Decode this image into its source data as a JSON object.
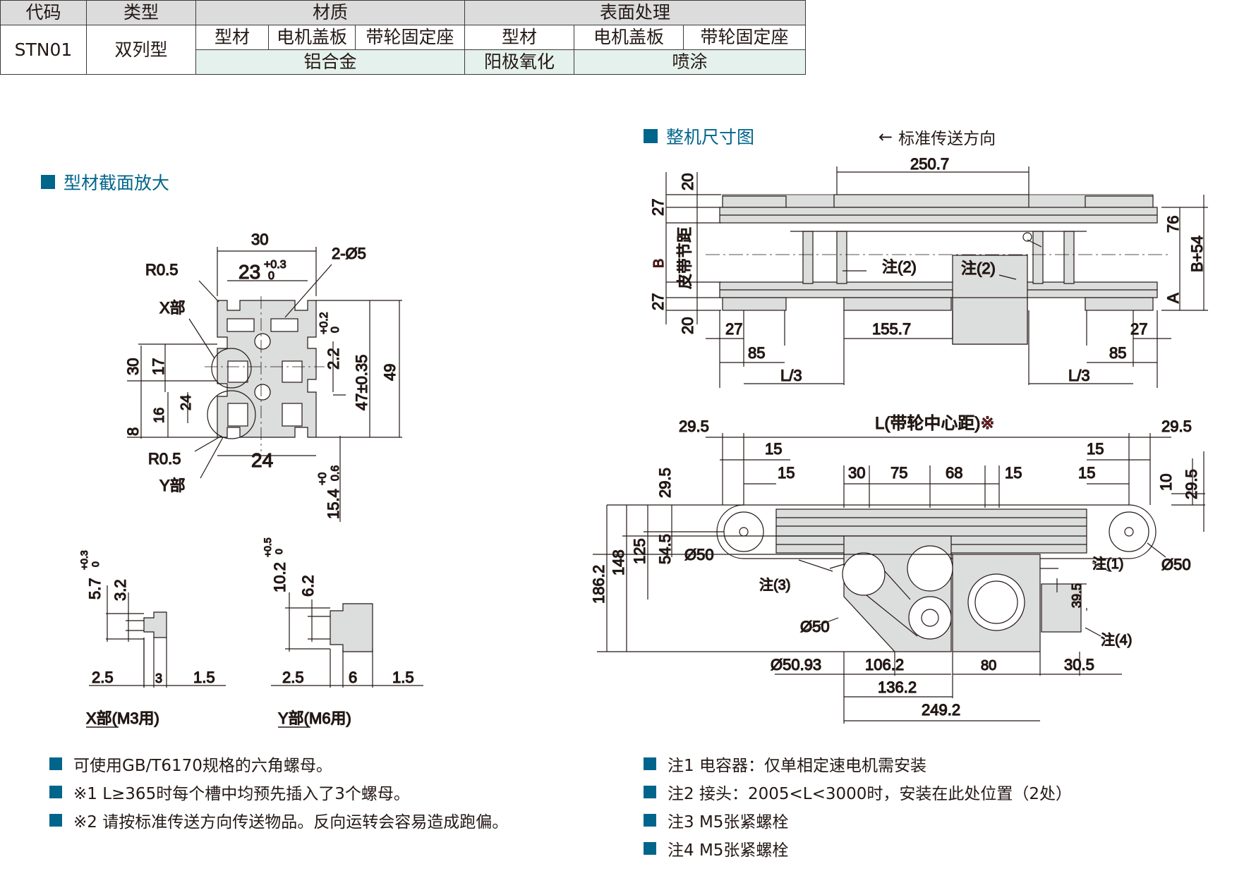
{
  "table": {
    "headers": {
      "code": "代码",
      "type": "类型",
      "material": "材质",
      "surface": "表面处理"
    },
    "sub_headers": [
      "型材",
      "电机盖板",
      "带轮固定座",
      "型材",
      "电机盖板",
      "带轮固定座"
    ],
    "row": {
      "code": "STN01",
      "type": "双列型",
      "material_value": "铝合金",
      "surface_profile": "阳极氧化",
      "surface_other": "喷涂"
    }
  },
  "sections": {
    "profile_title": "型材截面放大",
    "overall_title": "整机尺寸图",
    "direction_label": "标准传送方向"
  },
  "profile": {
    "dims": [
      "30",
      "23",
      "+0.3",
      "0",
      "2-Ø5",
      "R0.5",
      "X部",
      "30",
      "17",
      "24",
      "16",
      "8",
      "R0.5",
      "Y部",
      "24",
      "2.2",
      "+0.2",
      "0",
      "47±0.35",
      "49",
      "15.4",
      "+0",
      "0.6"
    ]
  },
  "details": {
    "x": {
      "label": "X部(M3用)",
      "dims": [
        "5.7",
        "+0.3",
        "0",
        "3.2",
        "2.5",
        "3",
        "1.5"
      ]
    },
    "y": {
      "label": "Y部(M6用)",
      "dims": [
        "10.2",
        "+0.5",
        "0",
        "6.2",
        "2.5",
        "6",
        "1.5"
      ]
    }
  },
  "top_view": {
    "dims": [
      "250.7",
      "20",
      "27",
      "B",
      "皮带节距",
      "27",
      "20",
      "27",
      "85",
      "L/3",
      "155.7",
      "76",
      "B+54",
      "A",
      "27",
      "85",
      "L/3"
    ],
    "notes": [
      "注(2)",
      "注(2)"
    ]
  },
  "side_view": {
    "title": "L(带轮中心距)",
    "mark": "※",
    "dims": [
      "29.5",
      "15",
      "15",
      "30",
      "75",
      "68",
      "15",
      "15",
      "15",
      "29.5",
      "29.5",
      "10",
      "29.5",
      "54.5",
      "125",
      "148",
      "186.2",
      "Ø50",
      "Ø50",
      "Ø50",
      "Ø50.93",
      "106.2",
      "136.2",
      "249.2",
      "80",
      "30.5",
      "39.5"
    ],
    "notes": [
      "注(3)",
      "注(1)",
      "注(4)"
    ]
  },
  "left_notes": [
    "可使用GB/T6170规格的六角螺母。",
    "※1  L≥365时每个槽中均预先插入了3个螺母。",
    "※2  请按标准传送方向传送物品。反向运转会容易造成跑偏。"
  ],
  "right_notes": [
    "注1 电容器：仅单相定速电机需安装",
    "注2 接头：2005<L<3000时，安装在此处位置（2处）",
    "注3 M5张紧螺栓",
    "注4 M5张紧螺栓"
  ],
  "colors": {
    "accent": "#00658b",
    "header_bg": "#dcdcdd",
    "material_bg": "#e5f1ec",
    "part_fill": "#dcdddd",
    "red": "#e60012"
  }
}
